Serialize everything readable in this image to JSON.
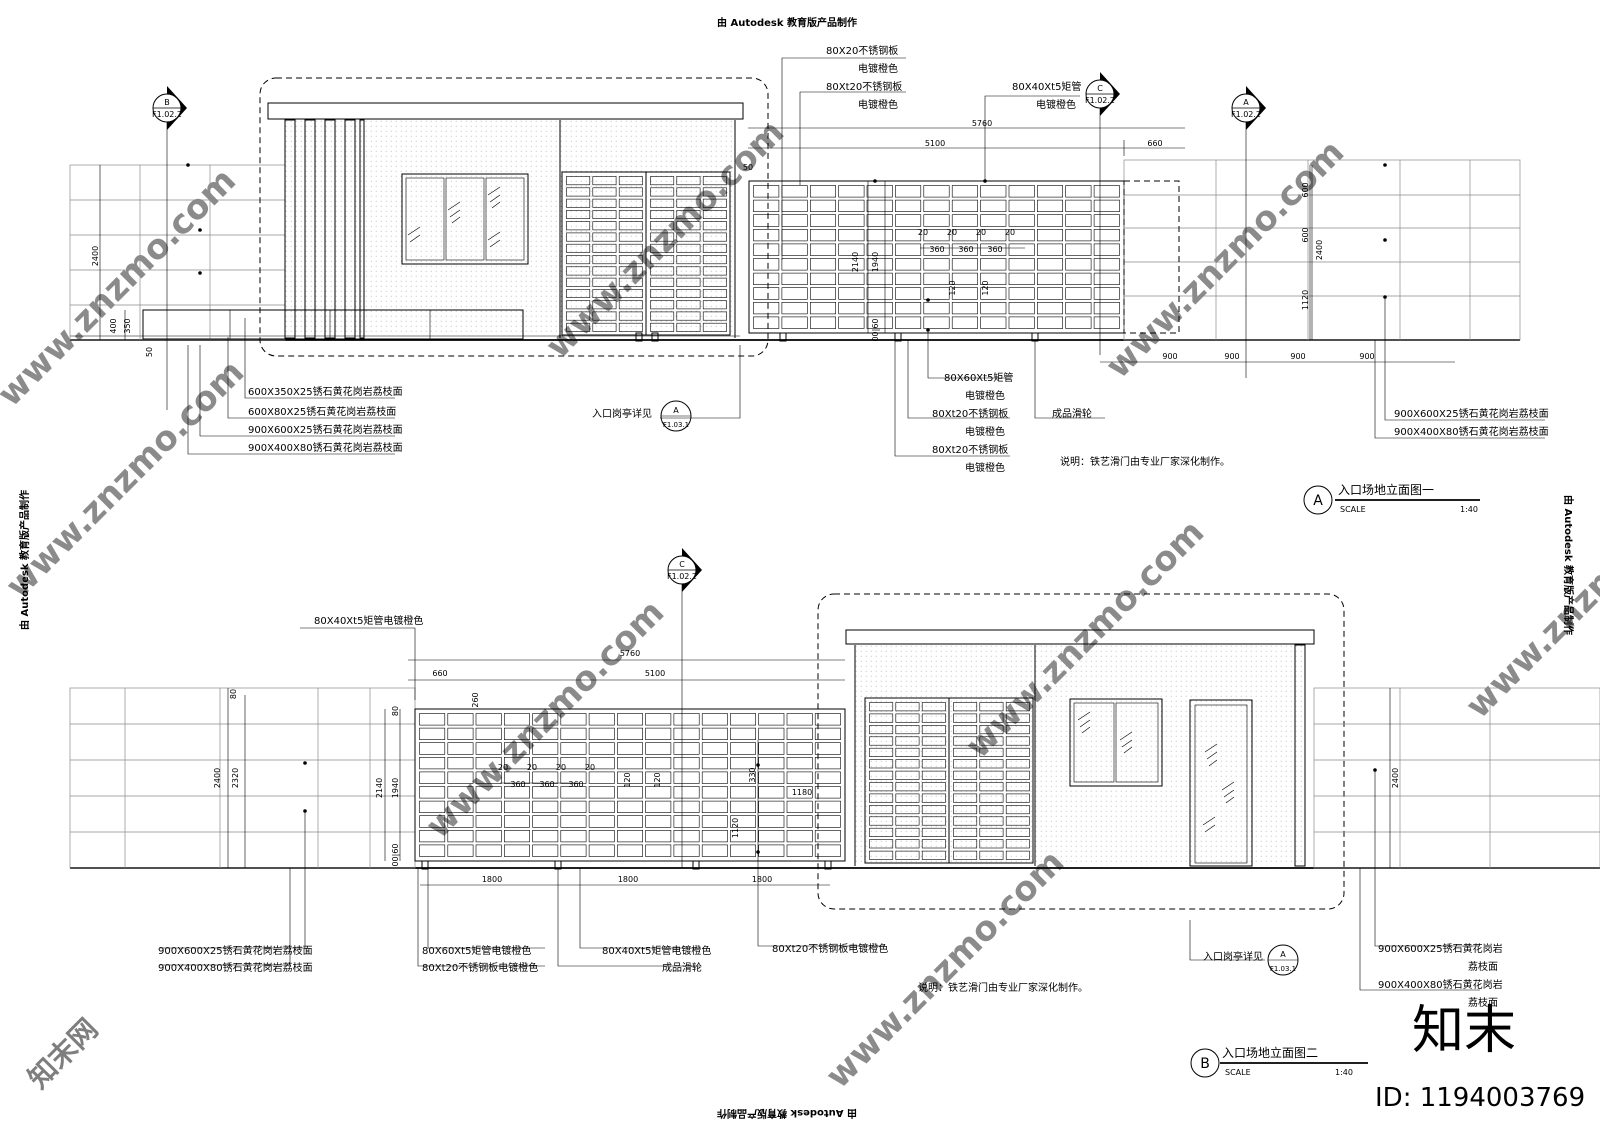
{
  "edu_banner": "由 Autodesk 教育版产品制作",
  "elevation_a": {
    "title": "入口场地立面图一",
    "scale_label": "SCALE",
    "scale_value": "1:40",
    "marker": "A",
    "note": "说明：铁艺滑门由专业厂家深化制作。",
    "sections": [
      {
        "letter": "B",
        "ref": "F1.02.2"
      },
      {
        "letter": "C",
        "ref": "F1.02.2"
      },
      {
        "letter": "A",
        "ref": "F1.02.2"
      }
    ],
    "detail": {
      "label": "入口岗亭详见",
      "letter": "A",
      "ref": "F1.03.1"
    },
    "top_callouts": [
      "80X20不锈钢板",
      "电镀橙色",
      "80Xt20不锈钢板",
      "电镀橙色",
      "80X40Xt5矩管",
      "电镀橙色"
    ],
    "left_callouts": [
      "600X350X25锈石黄花岗岩荔枝面",
      "600X80X25锈石黄花岗岩荔枝面",
      "900X600X25锈石黄花岗岩荔枝面",
      "900X400X80锈石黄花岗岩荔枝面"
    ],
    "mid_callouts": [
      "80X60Xt5矩管",
      "电镀橙色",
      "80Xt20不锈钢板",
      "电镀橙色",
      "80Xt20不锈钢板",
      "电镀橙色"
    ],
    "wheel_label": "成品滑轮",
    "right_callouts": [
      "900X600X25锈石黄花岗岩荔枝面",
      "900X400X80锈石黄花岗岩荔枝面"
    ],
    "dims": {
      "d5760": "5760",
      "d5100": "5100",
      "d660": "660",
      "d2400": "2400",
      "d400": "400",
      "d350": "350",
      "d50": "50",
      "d2140": "2140",
      "d1940": "1940",
      "d0060": "00|60",
      "d20": "20",
      "d360": "360",
      "d120": "120",
      "d600": "600",
      "d1120": "1120",
      "d900": "900"
    }
  },
  "elevation_b": {
    "title": "入口场地立面图二",
    "scale_label": "SCALE",
    "scale_value": "1:40",
    "marker": "B",
    "note": "说明：铁艺滑门由专业厂家深化制作。",
    "section": {
      "letter": "C",
      "ref": "F1.02.2"
    },
    "detail": {
      "label": "入口岗亭详见",
      "letter": "A",
      "ref": "F1.03.1"
    },
    "top_callout": "80X40Xt5矩管电镀橙色",
    "left_callouts": [
      "900X600X25锈石黄花岗岩荔枝面",
      "900X400X80锈石黄花岗岩荔枝面"
    ],
    "gate_callouts": [
      "80X60Xt5矩管电镀橙色",
      "80Xt20不锈钢板电镀橙色"
    ],
    "mid_callouts": [
      "80X40Xt5矩管电镀橙色",
      "成品滑轮"
    ],
    "plate_callout": "80Xt20不锈钢板电镀橙色",
    "right_callouts": [
      "900X600X25锈石黄花岗岩",
      "荔枝面",
      "900X400X80锈石黄花岗岩",
      "荔枝面"
    ],
    "dims": {
      "d5760": "5760",
      "d5100": "5100",
      "d660": "660",
      "d260": "260",
      "d2400": "2400",
      "d2320": "2320",
      "d80": "80",
      "d2140": "2140",
      "d1940": "1940",
      "d0060": "00|60",
      "d360": "360",
      "d20": "20",
      "d120": "120",
      "d330": "330",
      "d1120": "1120",
      "d1180": "1180",
      "d1800": "1800"
    }
  },
  "watermark_site": "www.znzmo.com",
  "watermark_brand": "知末网",
  "brand_logo": "知末",
  "id_label": "ID: 1194003769"
}
